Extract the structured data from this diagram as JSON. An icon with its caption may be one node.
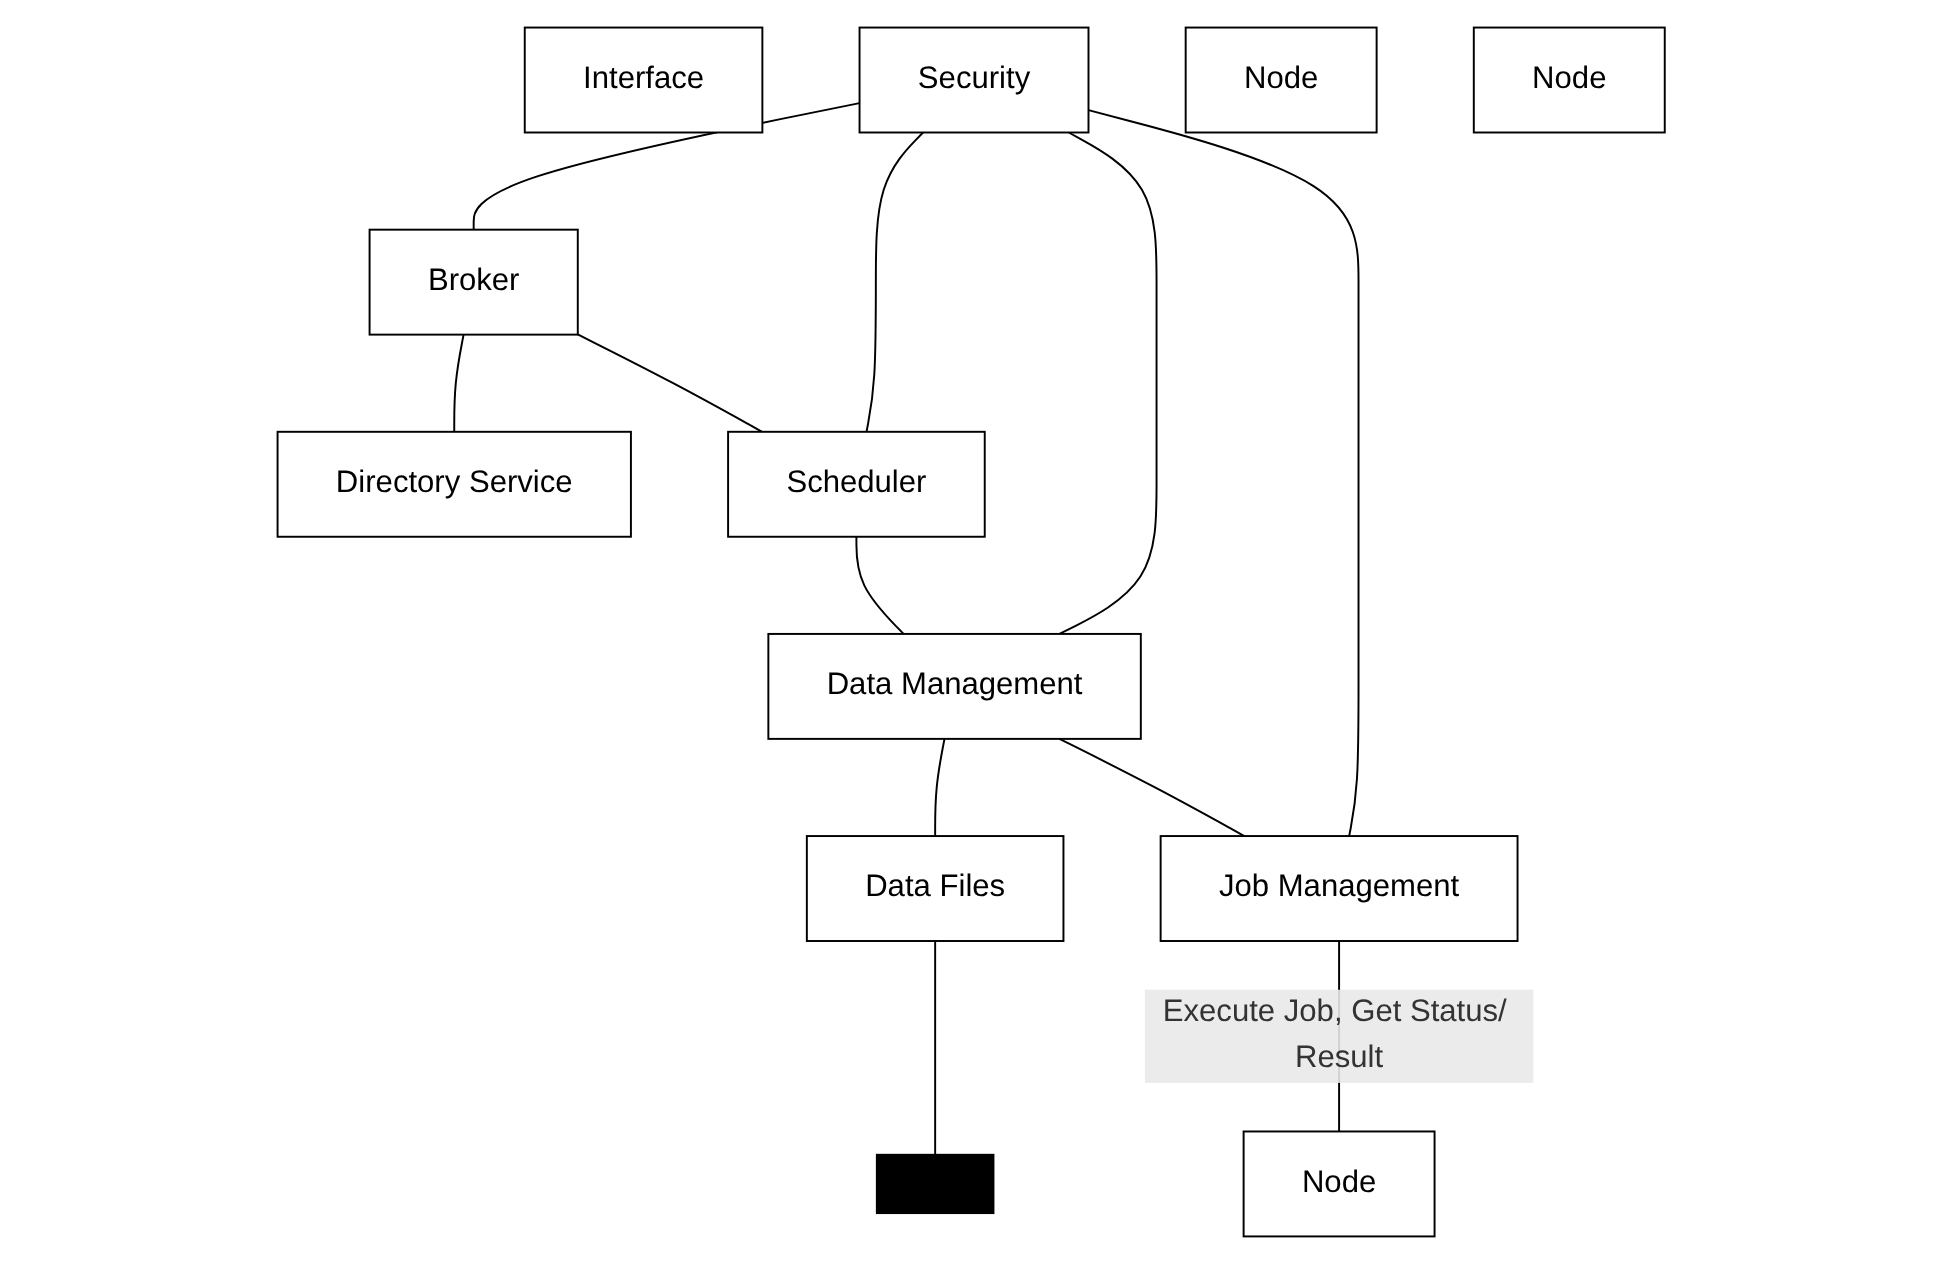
{
  "diagram": {
    "nodes": [
      {
        "text": [
          "Broker"
        ]
      },
      {
        "text": [
          "Directory Service"
        ]
      },
      {
        "text": [
          "Node"
        ]
      },
      {
        "text": [
          "Interface"
        ]
      },
      {
        "text": [
          "Security"
        ]
      },
      {
        "text": [
          "Scheduler"
        ]
      },
      {
        "text": [
          "Node"
        ]
      },
      {
        "text": [
          "Data Management"
        ]
      },
      {
        "text": [
          "Data Files"
        ]
      },
      {
        "text": [],
        "shape": "bar"
      },
      {
        "text": [
          "Job Management"
        ]
      },
      {
        "text": [
          "Node"
        ]
      }
    ],
    "edges": [
      {
        "from": 4,
        "to": 0,
        "arrow": "none"
      },
      {
        "from": 0,
        "to": 1,
        "arrow": "none"
      },
      {
        "from": 0,
        "to": 5,
        "arrow": "none"
      },
      {
        "from": 4,
        "to": 5,
        "arrow": "none"
      },
      {
        "from": 5,
        "to": 7,
        "arrow": "none"
      },
      {
        "from": 4,
        "to": 7,
        "arrow": "none"
      },
      {
        "from": 7,
        "to": 8,
        "arrow": "none"
      },
      {
        "from": 8,
        "to": 9,
        "arrow": "none"
      },
      {
        "from": 7,
        "to": 10,
        "arrow": "none"
      },
      {
        "from": 4,
        "to": 10,
        "arrow": "none"
      },
      {
        "from": 10,
        "to": 11,
        "label": "Execute Job, Get Status/ Result",
        "arrow": "none"
      }
    ]
  }
}
